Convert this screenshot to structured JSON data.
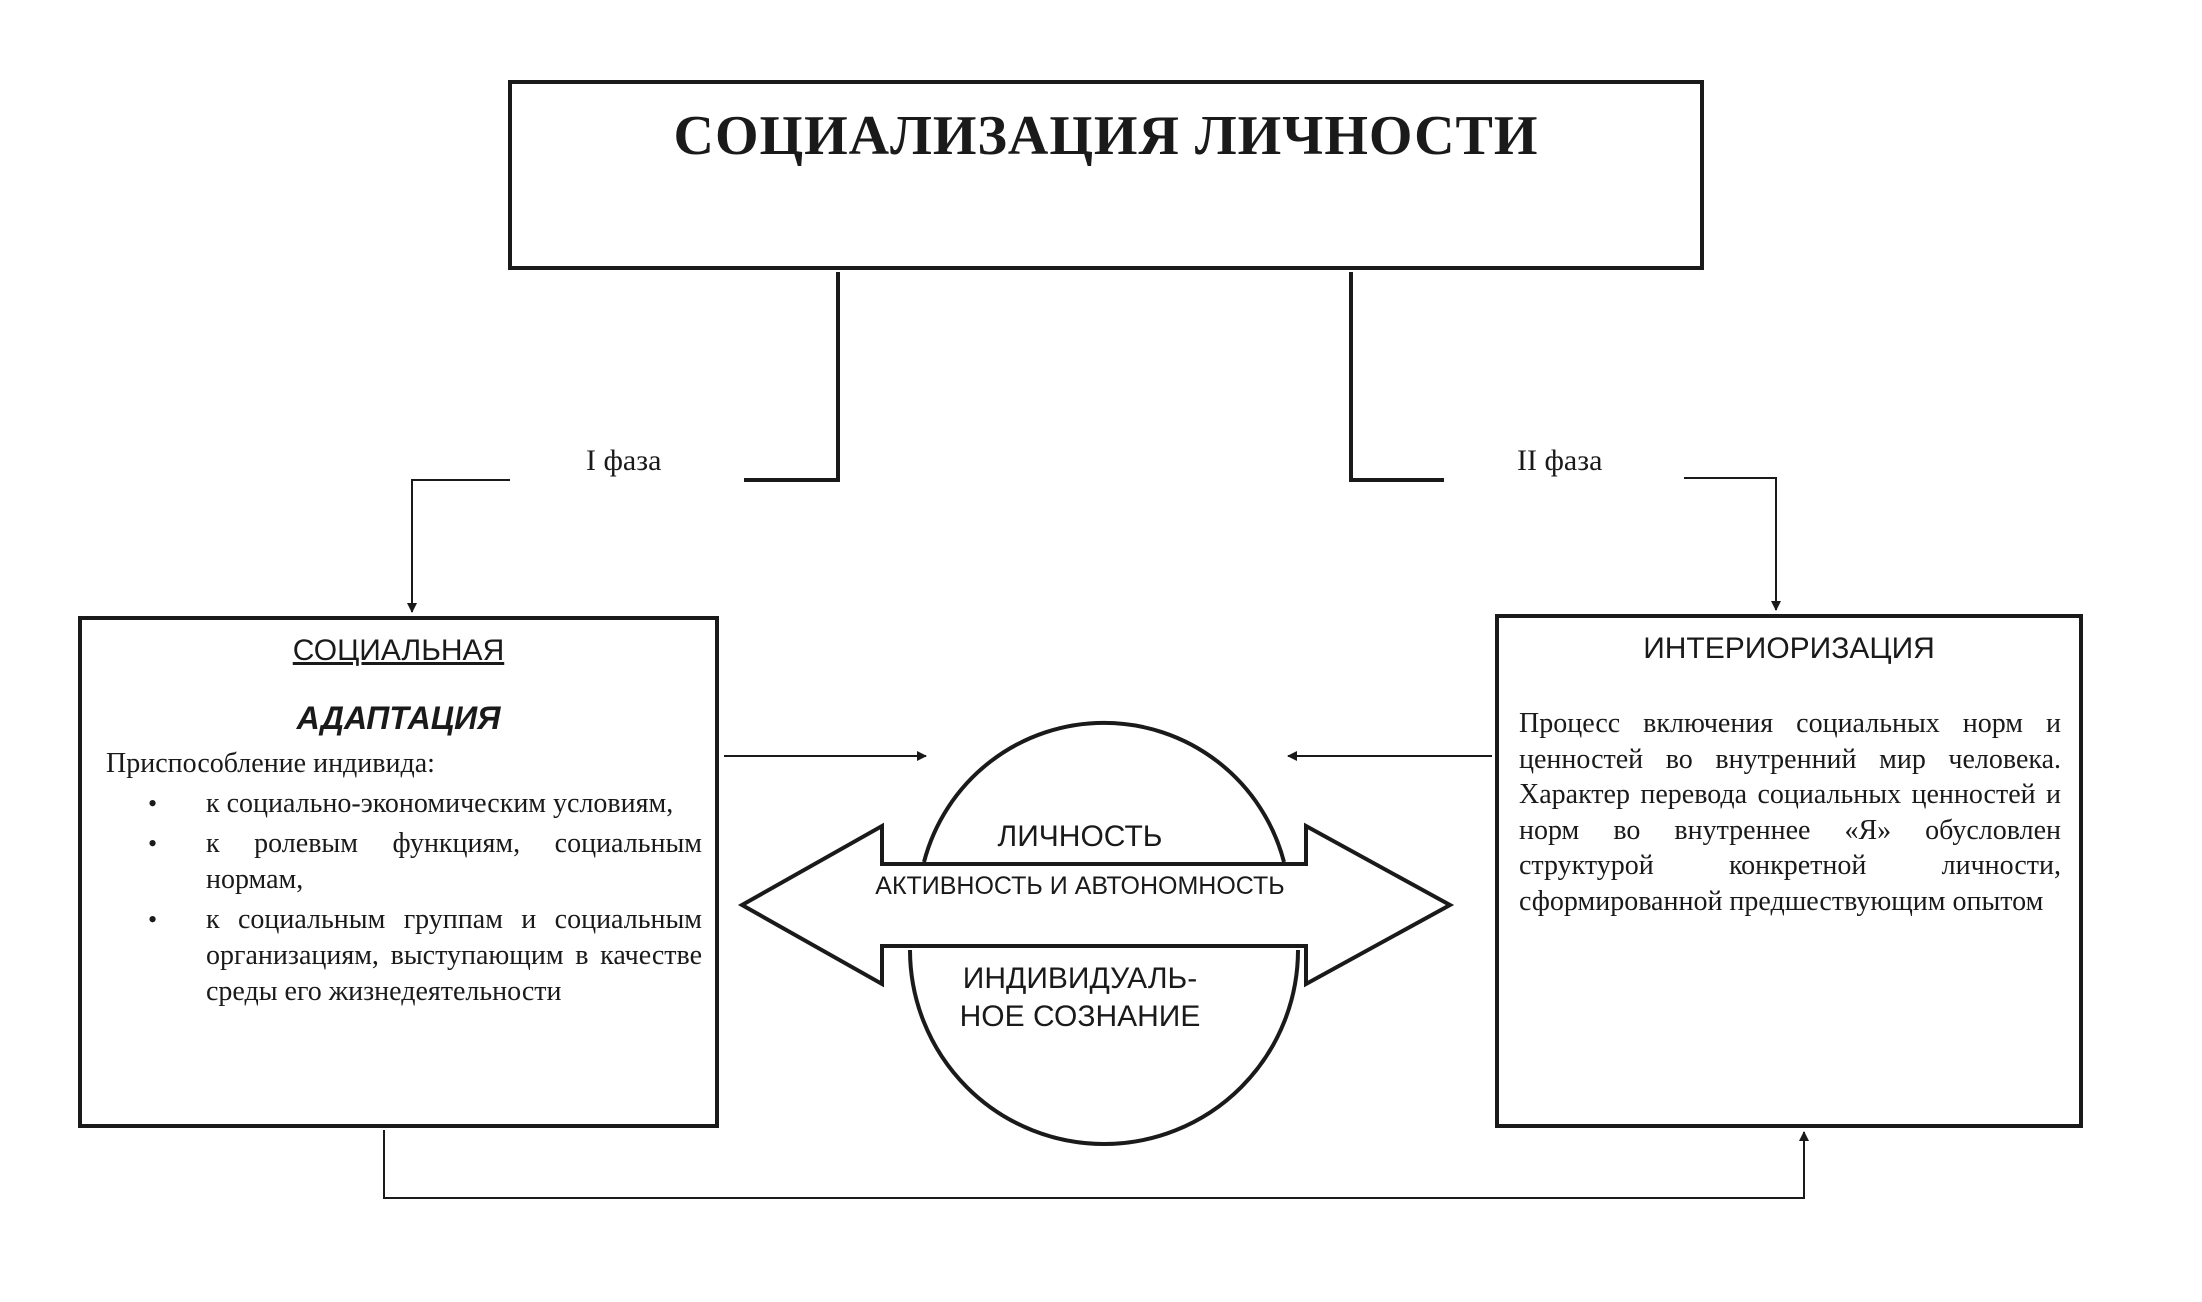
{
  "title": "СОЦИАЛИЗАЦИЯ ЛИЧНОСТИ",
  "phases": {
    "first": "I фаза",
    "second": "II фаза"
  },
  "left_box": {
    "heading": "СОЦИАЛЬНАЯ",
    "subheading": "АДАПТАЦИЯ",
    "intro": "Приспособление индивида:",
    "bullet_glyph": "•",
    "items": [
      "к социально-экономическим условиям,",
      "к ролевым функциям, социальным нормам,",
      "к социальным группам и социальным организациям, выступающим в качестве среды его жизнедеятельности"
    ]
  },
  "right_box": {
    "heading": "ИНТЕРИОРИЗАЦИЯ",
    "text": "Процесс включения социальных норм и ценностей во внутренний мир человека. Характер перевода социальных ценностей и норм во внутреннее «Я» обусловлен структурой конкретной личности, сформированной предшествующим опытом"
  },
  "center": {
    "top_label": "ЛИЧНОСТЬ",
    "middle_label": "АКТИВНОСТЬ И АВТОНОМНОСТЬ",
    "bottom_label_line1": "ИНДИВИДУАЛЬ-",
    "bottom_label_line2": "НОЕ СОЗНАНИЕ"
  },
  "colors": {
    "ink": "#1a1a1a",
    "background": "#ffffff"
  }
}
